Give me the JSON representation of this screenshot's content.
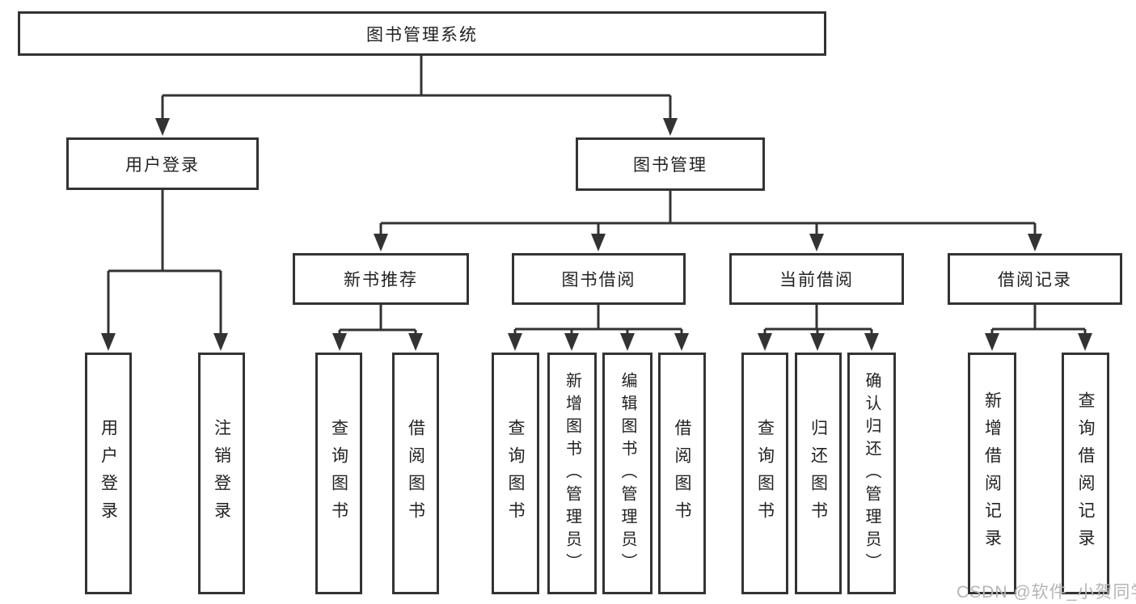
{
  "tree": {
    "label": "图书管理系统",
    "children": [
      {
        "label": "用户登录",
        "children": [
          {
            "label": "用户登录"
          },
          {
            "label": "注销登录"
          }
        ]
      },
      {
        "label": "图书管理",
        "children": [
          {
            "label": "新书推荐",
            "children": [
              {
                "label": "查询图书"
              },
              {
                "label": "借阅图书"
              }
            ]
          },
          {
            "label": "图书借阅",
            "children": [
              {
                "label": "查询图书"
              },
              {
                "label": "新增图书（管理员）"
              },
              {
                "label": "编辑图书（管理员）"
              },
              {
                "label": "借阅图书"
              }
            ]
          },
          {
            "label": "当前借阅",
            "children": [
              {
                "label": "查询图书"
              },
              {
                "label": "归还图书"
              },
              {
                "label": "确认归还（管理员）"
              }
            ]
          },
          {
            "label": "借阅记录",
            "children": [
              {
                "label": "新增借阅记录"
              },
              {
                "label": "查询借阅记录"
              }
            ]
          }
        ]
      }
    ]
  },
  "watermark": "CSDN @软件_小贺同学",
  "colors": {
    "line": "#333333",
    "box_border": "#333333",
    "text": "#222222",
    "watermark": "#b5b5b5",
    "background": "#ffffff"
  }
}
